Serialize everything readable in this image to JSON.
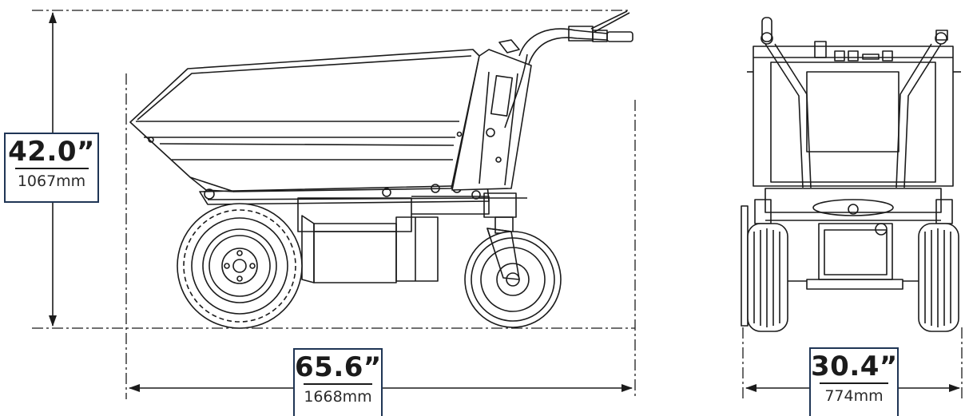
{
  "dimensions": {
    "height": {
      "imperial": "42.0”",
      "metric": "1067mm"
    },
    "length": {
      "imperial": "65.6”",
      "metric": "1668mm"
    },
    "width": {
      "imperial": "30.4”",
      "metric": "774mm"
    }
  },
  "colors": {
    "line": "#1b1b1b",
    "box_border": "#1f3555",
    "background": "#ffffff"
  }
}
